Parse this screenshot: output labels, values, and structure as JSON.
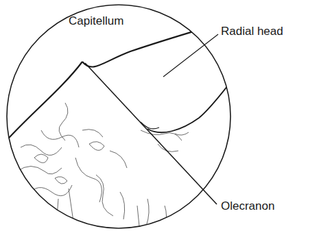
{
  "diagram": {
    "labels": [
      "Capitellum",
      "Radial head",
      "Olecranon"
    ]
  }
}
